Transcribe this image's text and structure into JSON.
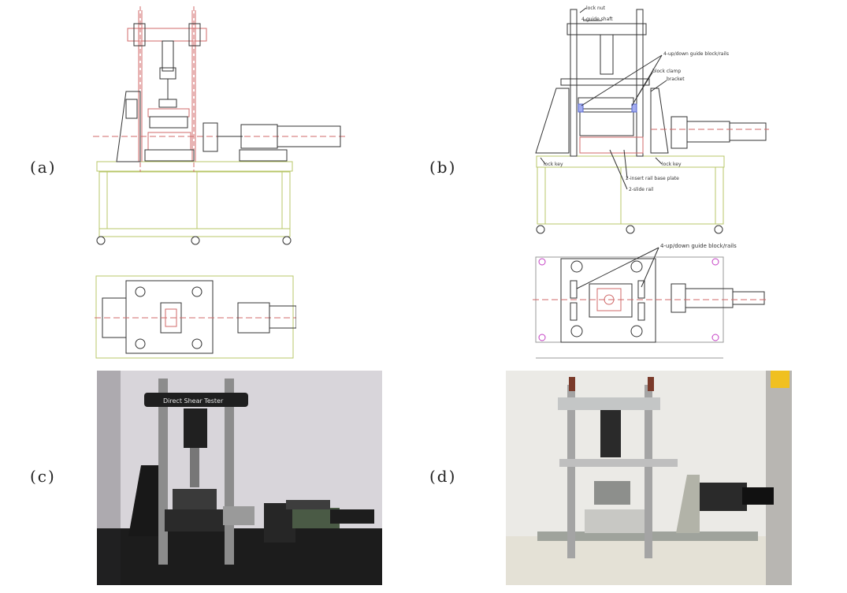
{
  "panels": {
    "a": {
      "label": "(a)"
    },
    "b": {
      "label": "(b)"
    },
    "c": {
      "label": "(c)"
    },
    "d": {
      "label": "(d)"
    }
  },
  "annotations_b": {
    "lock_nut": "lock nut",
    "guide_shaft": "4-guide shaft",
    "guide_block_rails": "4-up/down guide block/rails",
    "block_clamp": "block clamp",
    "bracket": "bracket",
    "lock_key_left": "lock key",
    "lock_key_right": "lock key",
    "insert_rail": "2-insert rail base plate",
    "slide_rail": "2-slide rail",
    "top_view_label": "4-up/down guide block/rails"
  },
  "photo_c": {
    "brand_text": "Direct Shear Tester"
  },
  "colors": {
    "drawing_green": "#b9c76a",
    "drawing_red": "#d06a6a",
    "drawing_magenta": "#c43fc4",
    "drawing_dark": "#333333",
    "bench_top": "#1b1b1b",
    "wall": "#d8d4dc"
  }
}
